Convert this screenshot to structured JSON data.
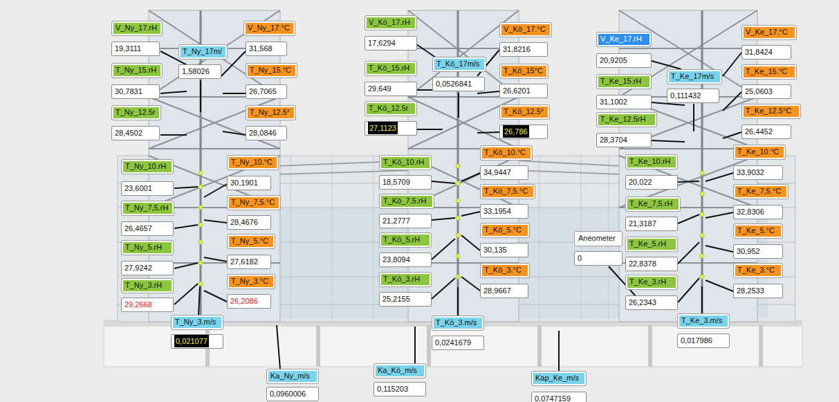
{
  "diagram": {
    "nodes": [
      {
        "text": [
          "V_Ny_17.rH"
        ]
      },
      {
        "text": [
          "19,3111"
        ]
      },
      {
        "text": [
          "T_Ny_17m/"
        ]
      },
      {
        "text": [
          "1,58026"
        ]
      },
      {
        "text": [
          "V_Ny_17.°C"
        ]
      },
      {
        "text": [
          "31,568"
        ]
      },
      {
        "text": [
          "T_Ny_15.rH"
        ]
      },
      {
        "text": [
          "30,7831"
        ]
      },
      {
        "text": [
          "T_Ny_15.°C"
        ]
      },
      {
        "text": [
          "26,7065"
        ]
      },
      {
        "text": [
          "T_Ny_12.5r"
        ]
      },
      {
        "text": [
          "28,4502"
        ]
      },
      {
        "text": [
          "T_Ny_12.5°"
        ]
      },
      {
        "text": [
          "28,0846"
        ]
      },
      {
        "text": [
          "T_Ny_10.rH"
        ]
      },
      {
        "text": [
          "23,6001"
        ]
      },
      {
        "text": [
          "T_Ny_10.°C"
        ]
      },
      {
        "text": [
          "30,1901"
        ]
      },
      {
        "text": [
          "T_Ny_7,5.rH"
        ]
      },
      {
        "text": [
          "26,4657"
        ]
      },
      {
        "text": [
          "T_Ny_7,5.°C"
        ]
      },
      {
        "text": [
          "28,4676"
        ]
      },
      {
        "text": [
          "T_Ny_5.rH"
        ]
      },
      {
        "text": [
          "27,9242"
        ]
      },
      {
        "text": [
          "T_Ny_5.°C"
        ]
      },
      {
        "text": [
          "27,6182"
        ]
      },
      {
        "text": [
          "T_Ny_3.rH"
        ]
      },
      {
        "text": [
          "29,2668"
        ]
      },
      {
        "text": [
          "T_Ny_3.°C"
        ]
      },
      {
        "text": [
          "26,2086"
        ]
      },
      {
        "text": [
          "T_Ny_3.m/s"
        ]
      },
      {
        "text": [
          "0,021077"
        ]
      },
      {
        "text": [
          "Ka_Ny_m/s"
        ]
      },
      {
        "text": [
          "0,0960006"
        ]
      },
      {
        "text": [
          "V_Kö_17.rH"
        ]
      },
      {
        "text": [
          "17,6294"
        ]
      },
      {
        "text": [
          "T_Kö_17m/s"
        ]
      },
      {
        "text": [
          "0,0526841"
        ]
      },
      {
        "text": [
          "V_Kö_17.°C"
        ]
      },
      {
        "text": [
          "31,8216"
        ]
      },
      {
        "text": [
          "T_Kö_15.rH"
        ]
      },
      {
        "text": [
          "29,649"
        ]
      },
      {
        "text": [
          "T_Kö_15°C"
        ]
      },
      {
        "text": [
          "26,6201"
        ]
      },
      {
        "text": [
          "T_Kö_12.5r"
        ]
      },
      {
        "text": [
          "27,1123"
        ]
      },
      {
        "text": [
          "T_Kö_12.5°"
        ]
      },
      {
        "text": [
          "26,786"
        ]
      },
      {
        "text": [
          "T_Kö_10.rH"
        ]
      },
      {
        "text": [
          "18,5709"
        ]
      },
      {
        "text": [
          "T_Kö_10.°C"
        ]
      },
      {
        "text": [
          "34,9447"
        ]
      },
      {
        "text": [
          "T_Kö_7,5.rH"
        ]
      },
      {
        "text": [
          "21,2777"
        ]
      },
      {
        "text": [
          "T_Kö_7,5.°C"
        ]
      },
      {
        "text": [
          "33,1954"
        ]
      },
      {
        "text": [
          "T_Kö_5.rH"
        ]
      },
      {
        "text": [
          "23,8094"
        ]
      },
      {
        "text": [
          "T_Kö_5.°C"
        ]
      },
      {
        "text": [
          "30,135"
        ]
      },
      {
        "text": [
          "T_Kö_3.rH"
        ]
      },
      {
        "text": [
          "25,2155"
        ]
      },
      {
        "text": [
          "T_Kö_3.°C"
        ]
      },
      {
        "text": [
          "28,9667"
        ]
      },
      {
        "text": [
          "T_Kö_3.m/s"
        ]
      },
      {
        "text": [
          "0,0241679"
        ]
      },
      {
        "text": [
          "Ka_Kö_m/s"
        ]
      },
      {
        "text": [
          "0,115203"
        ]
      },
      {
        "text": [
          "V_Ke_17.rH"
        ]
      },
      {
        "text": [
          "20,9205"
        ]
      },
      {
        "text": [
          "T_Ke_17m/s"
        ]
      },
      {
        "text": [
          "0,111432"
        ]
      },
      {
        "text": [
          "V_Ke_17.°C"
        ]
      },
      {
        "text": [
          "31,8424"
        ]
      },
      {
        "text": [
          "T_Ke_15.rH"
        ]
      },
      {
        "text": [
          "31,1002"
        ]
      },
      {
        "text": [
          "T_Ke_15.°C"
        ]
      },
      {
        "text": [
          "25,0603"
        ]
      },
      {
        "text": [
          "T_Ke_12.5rH"
        ]
      },
      {
        "text": [
          "28,3704"
        ]
      },
      {
        "text": [
          "T_Ke_12.5°C"
        ]
      },
      {
        "text": [
          "26,4452"
        ]
      },
      {
        "text": [
          "T_Ke_10.rH"
        ]
      },
      {
        "text": [
          "20,022"
        ]
      },
      {
        "text": [
          "T_Ke_10.°C"
        ]
      },
      {
        "text": [
          "33,9032"
        ]
      },
      {
        "text": [
          "T_Ke_7,5.rH"
        ]
      },
      {
        "text": [
          "21,3187"
        ]
      },
      {
        "text": [
          "T_Ke_7,5.°C"
        ]
      },
      {
        "text": [
          "32,8306"
        ]
      },
      {
        "text": [
          "Aneometer"
        ]
      },
      {
        "text": [
          "0"
        ]
      },
      {
        "text": [
          "T_Ke_5.rH"
        ]
      },
      {
        "text": [
          "22,8378"
        ]
      },
      {
        "text": [
          "T_Ke_5.°C"
        ]
      },
      {
        "text": [
          "30,952"
        ]
      },
      {
        "text": [
          "T_Ke_3.rH"
        ]
      },
      {
        "text": [
          "26,2343"
        ]
      },
      {
        "text": [
          "T_Ke_3.°C"
        ]
      },
      {
        "text": [
          "28,2533"
        ]
      },
      {
        "text": [
          "T_Ke_3.m/s"
        ]
      },
      {
        "text": [
          "0,017986"
        ]
      },
      {
        "text": [
          "Kap_Ke_m/s"
        ]
      },
      {
        "text": [
          "0,0747159"
        ]
      }
    ]
  }
}
